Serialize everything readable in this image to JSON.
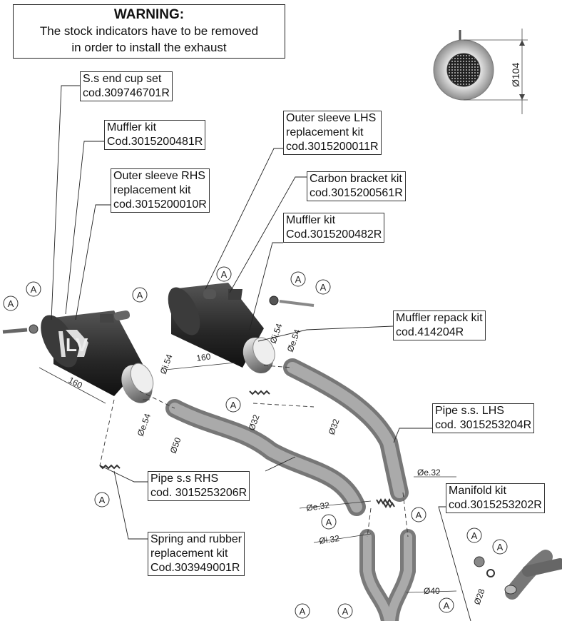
{
  "warning": {
    "title": "WARNING:",
    "line1": "The stock indicators have to be removed",
    "line2": "in order to install the exhaust"
  },
  "labels": {
    "end_cup": [
      "S.s end cup set",
      "cod.309746701R"
    ],
    "muffler_kit_1": [
      "Muffler kit",
      "Cod.3015200481R"
    ],
    "sleeve_rhs": [
      "Outer sleeve RHS",
      "replacement kit",
      "cod.3015200010R"
    ],
    "sleeve_lhs": [
      "Outer sleeve LHS",
      "replacement kit",
      "cod.3015200011R"
    ],
    "carbon_bracket": [
      "Carbon bracket kit",
      "cod.3015200561R"
    ],
    "muffler_kit_2": [
      "Muffler kit",
      "Cod.3015200482R"
    ],
    "repack": [
      "Muffler repack kit",
      "cod.414204R"
    ],
    "pipe_lhs": [
      "Pipe s.s. LHS",
      "cod. 3015253204R"
    ],
    "pipe_rhs": [
      "Pipe s.s RHS",
      "cod. 3015253206R"
    ],
    "manifold": [
      "Manifold kit",
      "cod.3015253202R"
    ],
    "spring": [
      "Spring and rubber",
      "replacement kit",
      "Cod.303949001R"
    ]
  },
  "dimensions": {
    "d104": "Ø104",
    "len_left": "160",
    "len_right": "160",
    "di54_left": "Øi.54",
    "de54_left": "Øe.54",
    "d50": "Ø50",
    "d32_a": "Ø32",
    "di54_right": "Øi.54",
    "de54_right": "Øe.54",
    "d32_b": "Ø32",
    "de32_right": "Øe.32",
    "de32_left": "Øe.32",
    "di32": "Øi.32",
    "d40": "Ø40",
    "d28": "Ø28"
  },
  "callout_letter": "A",
  "logo": "LV"
}
